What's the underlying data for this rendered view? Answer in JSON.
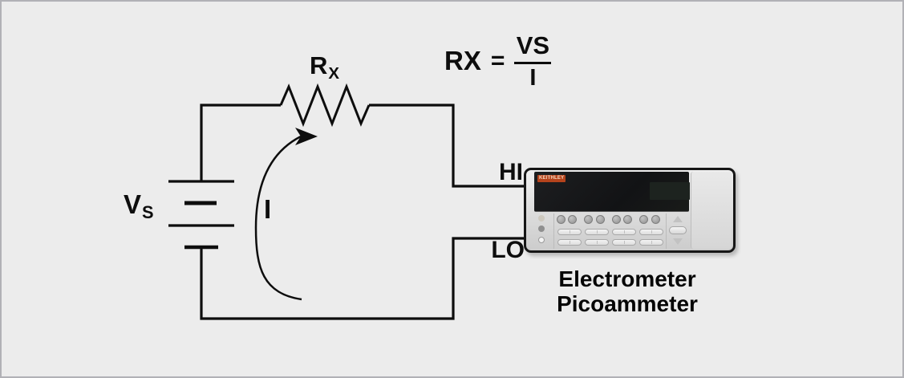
{
  "page": {
    "background_color": "#ececec",
    "border_color": "#b1b1b6",
    "wire_color": "#0d0d0d"
  },
  "circuit": {
    "source_label": {
      "main": "V",
      "sub": "S"
    },
    "resistor_label": {
      "main": "R",
      "sub": "X"
    },
    "current_label": "I",
    "hi_label": "HI",
    "lo_label": "LO"
  },
  "formula": {
    "lhs": {
      "main": "R",
      "sub": "X"
    },
    "equals": "=",
    "numerator": {
      "main": "V",
      "sub": "S"
    },
    "denominator": "I"
  },
  "device": {
    "brand": "KEITHLEY",
    "brand_color": "#b4431c",
    "caption": {
      "line1": "Electrometer",
      "line2": "Picoammeter"
    }
  }
}
